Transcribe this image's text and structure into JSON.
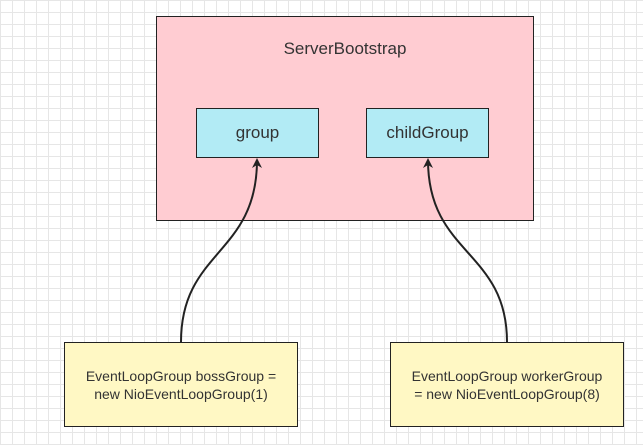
{
  "diagram": {
    "container": {
      "title": "ServerBootstrap"
    },
    "targets": {
      "group": "group",
      "child_group": "childGroup"
    },
    "sources": {
      "boss": "EventLoopGroup bossGroup =\nnew NioEventLoopGroup(1)",
      "worker": "EventLoopGroup workerGroup\n= new NioEventLoopGroup(8)"
    },
    "colors": {
      "container_fill": "#ffccd2",
      "target_fill": "#b2ebf5",
      "source_fill": "#fff8c4",
      "stroke": "#222222"
    },
    "edges": [
      {
        "from": "boss",
        "to": "group"
      },
      {
        "from": "worker",
        "to": "child_group"
      }
    ]
  }
}
